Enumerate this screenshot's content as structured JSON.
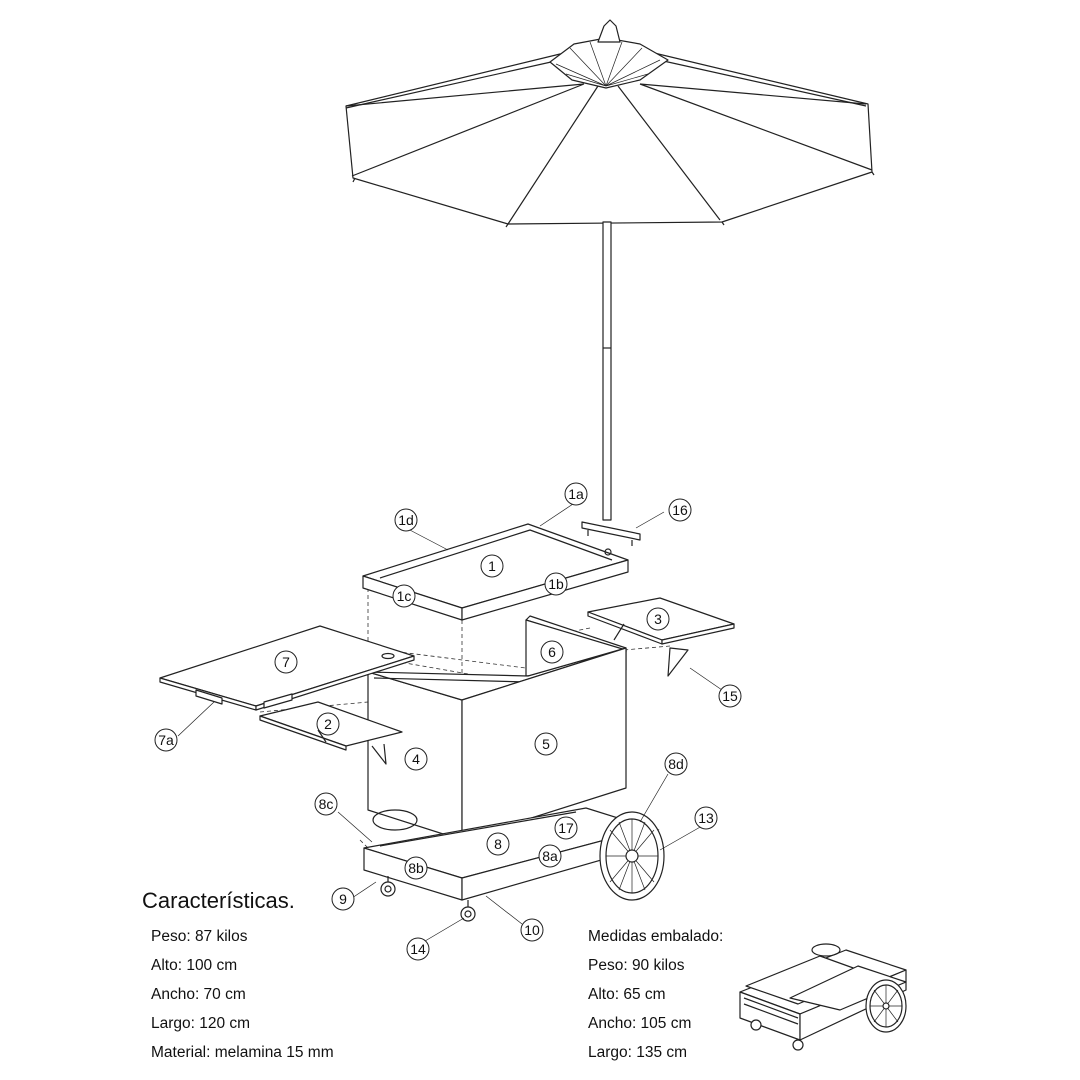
{
  "labels": [
    "1",
    "1a",
    "1b",
    "1c",
    "1d",
    "2",
    "3",
    "4",
    "5",
    "6",
    "7",
    "7a",
    "8",
    "8a",
    "8b",
    "8c",
    "8d",
    "9",
    "10",
    "13",
    "14",
    "15",
    "16",
    "17"
  ],
  "features": {
    "title": "Características.",
    "rows": [
      "Peso:  87 kilos",
      "Alto: 100 cm",
      "Ancho: 70 cm",
      "Largo: 120 cm",
      "Material: melamina 15 mm"
    ]
  },
  "packaged": {
    "title": "Medidas embalado:",
    "rows": [
      "Peso: 90 kilos",
      "Alto: 65 cm",
      "Ancho: 105 cm",
      "Largo: 135 cm"
    ]
  }
}
